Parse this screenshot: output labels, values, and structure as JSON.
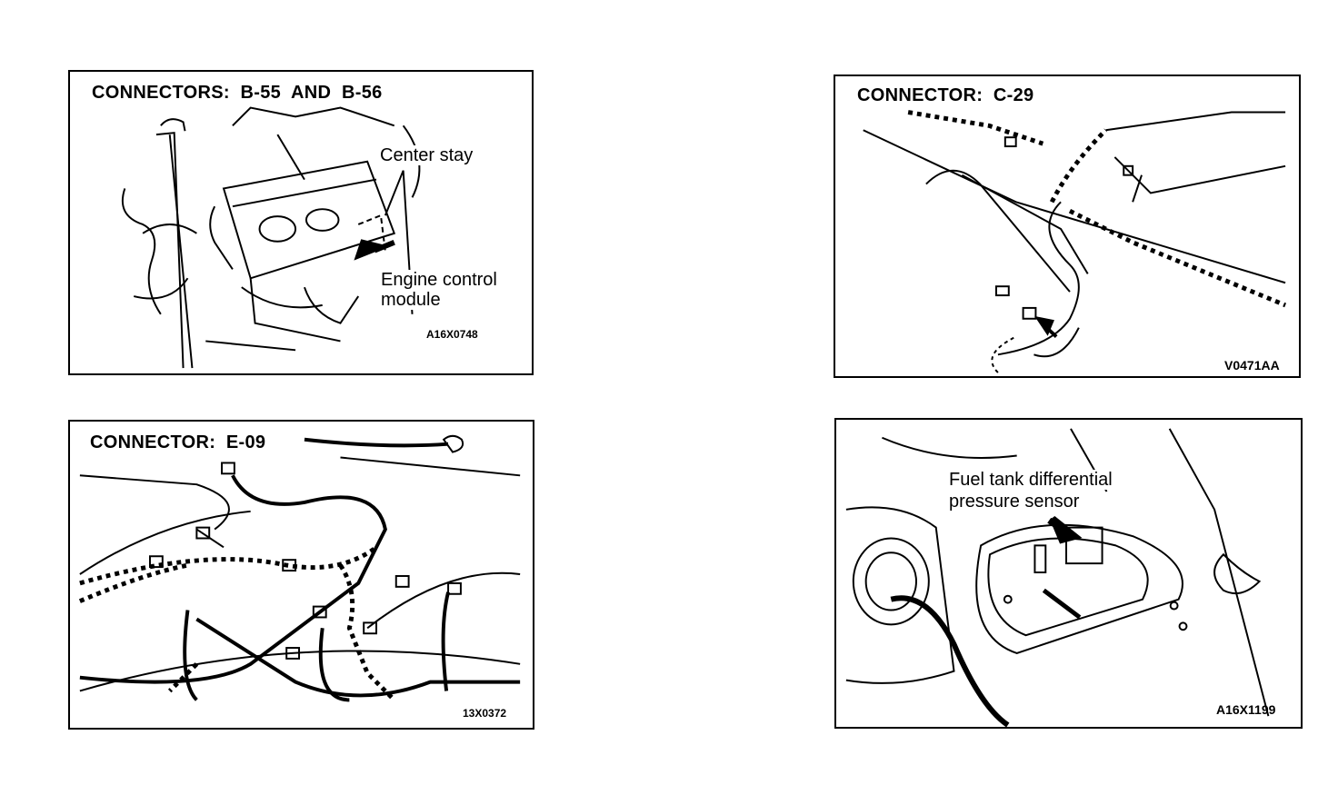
{
  "panels": [
    {
      "title": "CONNECTORS:  B-55  AND  B-56",
      "callouts": {
        "center_stay": "Center stay",
        "ecm_line1": "Engine control",
        "ecm_line2": "module"
      },
      "code": "A16X0748"
    },
    {
      "title": "CONNECTOR:  C-29",
      "code": "V0471AA"
    },
    {
      "title": "CONNECTOR:  E-09",
      "code": "13X0372"
    },
    {
      "callouts": {
        "sensor_line1": "Fuel tank differential",
        "sensor_line2": "pressure sensor"
      },
      "code": "A16X1199"
    }
  ]
}
